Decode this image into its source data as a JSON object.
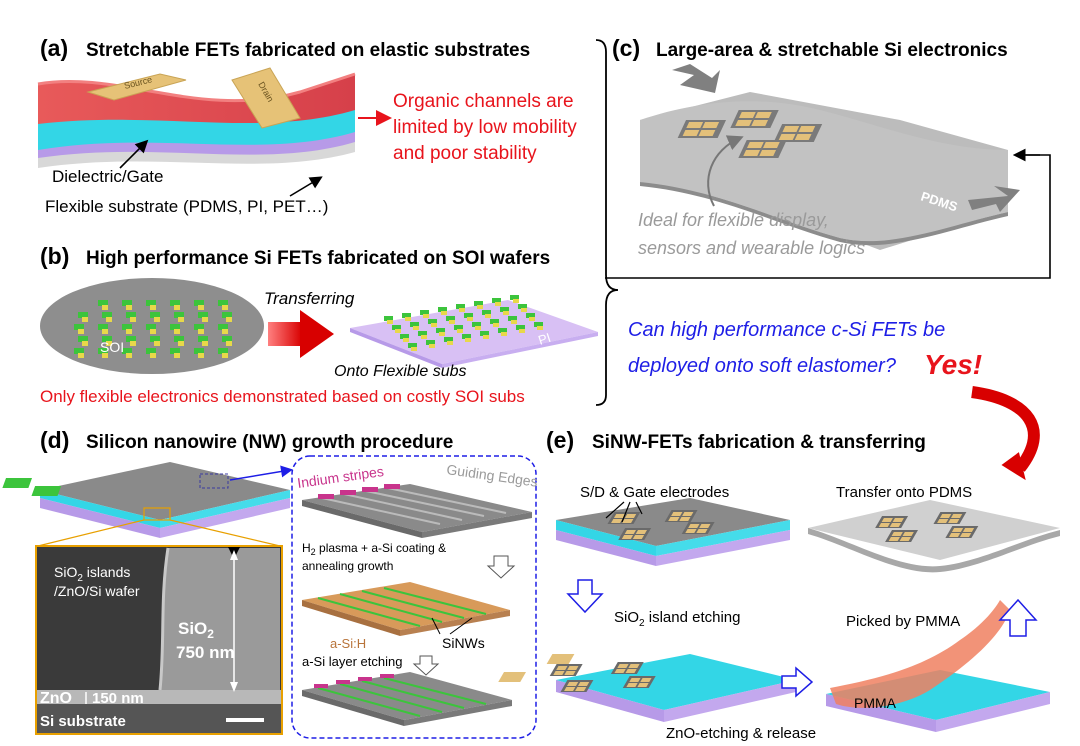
{
  "panel_a": {
    "label": "(a)",
    "title": "Stretchable FETs fabricated on elastic substrates",
    "source": "Source",
    "drain": "Drain",
    "dielectric_gate": "Dielectric/Gate",
    "substrate": "Flexible substrate (PDMS, PI, PET…)",
    "note_lines": [
      "Organic channels are",
      "limited by low mobility",
      "and poor stability"
    ]
  },
  "panel_b": {
    "label": "(b)",
    "title": "High performance Si FETs fabricated on SOI wafers",
    "soi": "SOI",
    "transferring": "Transferring",
    "onto": "Onto Flexible subs",
    "pi": "PI",
    "note": "Only flexible electronics demonstrated based on costly SOI subs"
  },
  "panel_c": {
    "label": "(c)",
    "title": "Large-area & stretchable Si electronics",
    "pdms": "PDMS",
    "ideal_lines": [
      "Ideal for flexible display,",
      "sensors and wearable logics"
    ]
  },
  "question": {
    "lines": [
      "Can high performance c-Si FETs be",
      "deployed onto soft elastomer?"
    ],
    "answer": "Yes!"
  },
  "panel_d": {
    "label": "(d)",
    "title": "Silicon nanowire (NW) growth procedure",
    "indium": "Indium stripes",
    "guiding": "Guiding Edges",
    "h2_line1_a": "H",
    "h2_line1_sub": "2",
    "h2_line1_b": " plasma + a-Si coating &",
    "h2_line2": "annealing growth",
    "asih": "a-Si:H",
    "sinws": "SiNWs",
    "etch": "a-Si layer etching",
    "sem_island_a": "SiO",
    "sem_island_sub": "2",
    "sem_island_b": " islands",
    "sem_wafer": "/ZnO/Si wafer",
    "sem_sio2_a": "SiO",
    "sem_sio2_sub": "2",
    "sem_750": "750 nm",
    "sem_zno": "ZnO",
    "sem_150": "150 nm",
    "sem_si": "Si substrate"
  },
  "panel_e": {
    "label": "(e)",
    "title": "SiNW-FETs fabrication & transferring",
    "sd": "S/D & Gate electrodes",
    "transfer": "Transfer onto PDMS",
    "island_etch_a": "SiO",
    "island_etch_sub": "2",
    "island_etch_b": " island etching",
    "picked": "Picked by PMMA",
    "pmma": "PMMA",
    "zno_release": "ZnO-etching & release"
  },
  "colors": {
    "red": "#e8141c",
    "blue": "#1e1ee6",
    "gray_text": "#9a9a9a",
    "cyan": "#33d6e6",
    "purple": "#b79ae8",
    "gold": "#e3c07a",
    "green": "#3cc43c",
    "magenta": "#c8348c"
  }
}
